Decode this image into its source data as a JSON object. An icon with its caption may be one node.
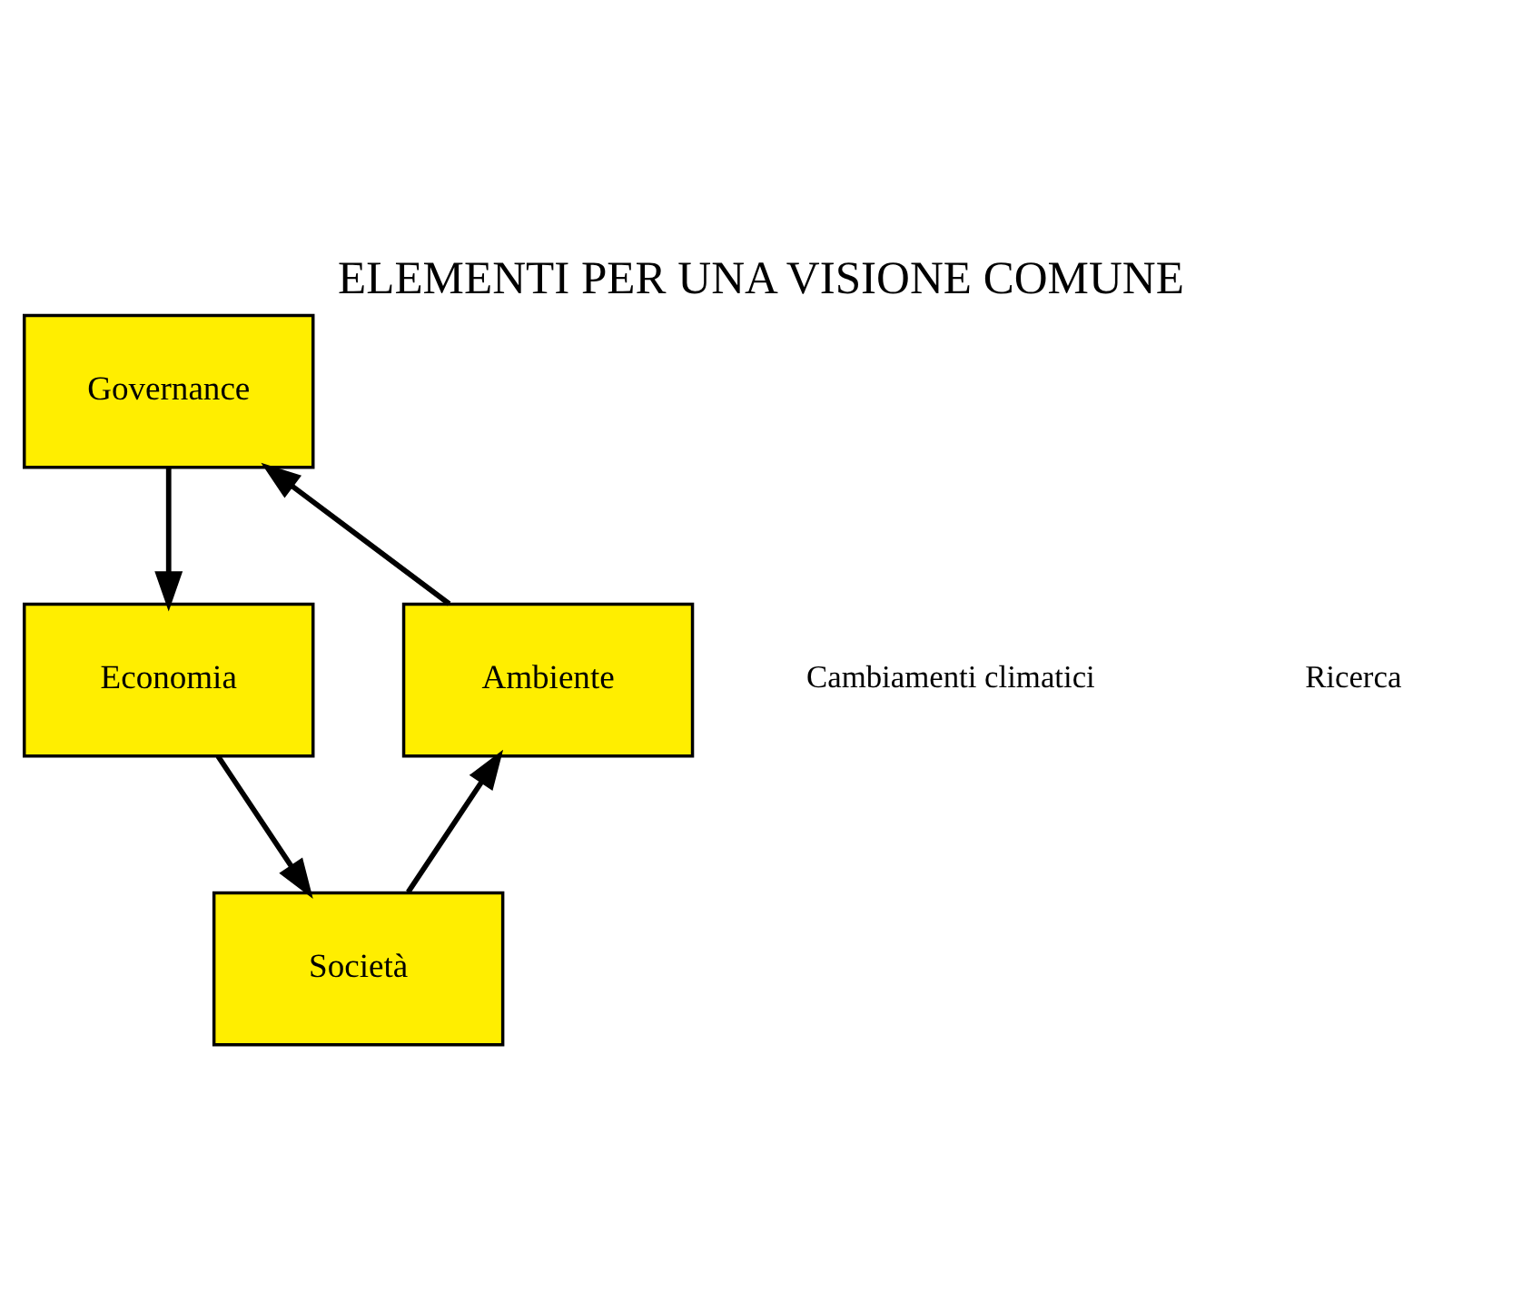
{
  "diagram": {
    "title": "ELEMENTI PER UNA VISIONE COMUNE",
    "nodes": [
      {
        "text": [
          "Governance"
        ]
      },
      {
        "text": [
          "Economia"
        ]
      },
      {
        "text": [
          "Società"
        ]
      },
      {
        "text": [
          "Ambiente"
        ]
      }
    ],
    "edges": [
      {
        "from": 0,
        "to": 1,
        "arrow": "to"
      },
      {
        "from": 1,
        "to": 2,
        "arrow": "to"
      },
      {
        "from": 2,
        "to": 3,
        "arrow": "to"
      },
      {
        "from": 3,
        "to": 0,
        "arrow": "to"
      }
    ],
    "labels": [
      "Cambiamenti climatici",
      "Ricerca"
    ]
  }
}
